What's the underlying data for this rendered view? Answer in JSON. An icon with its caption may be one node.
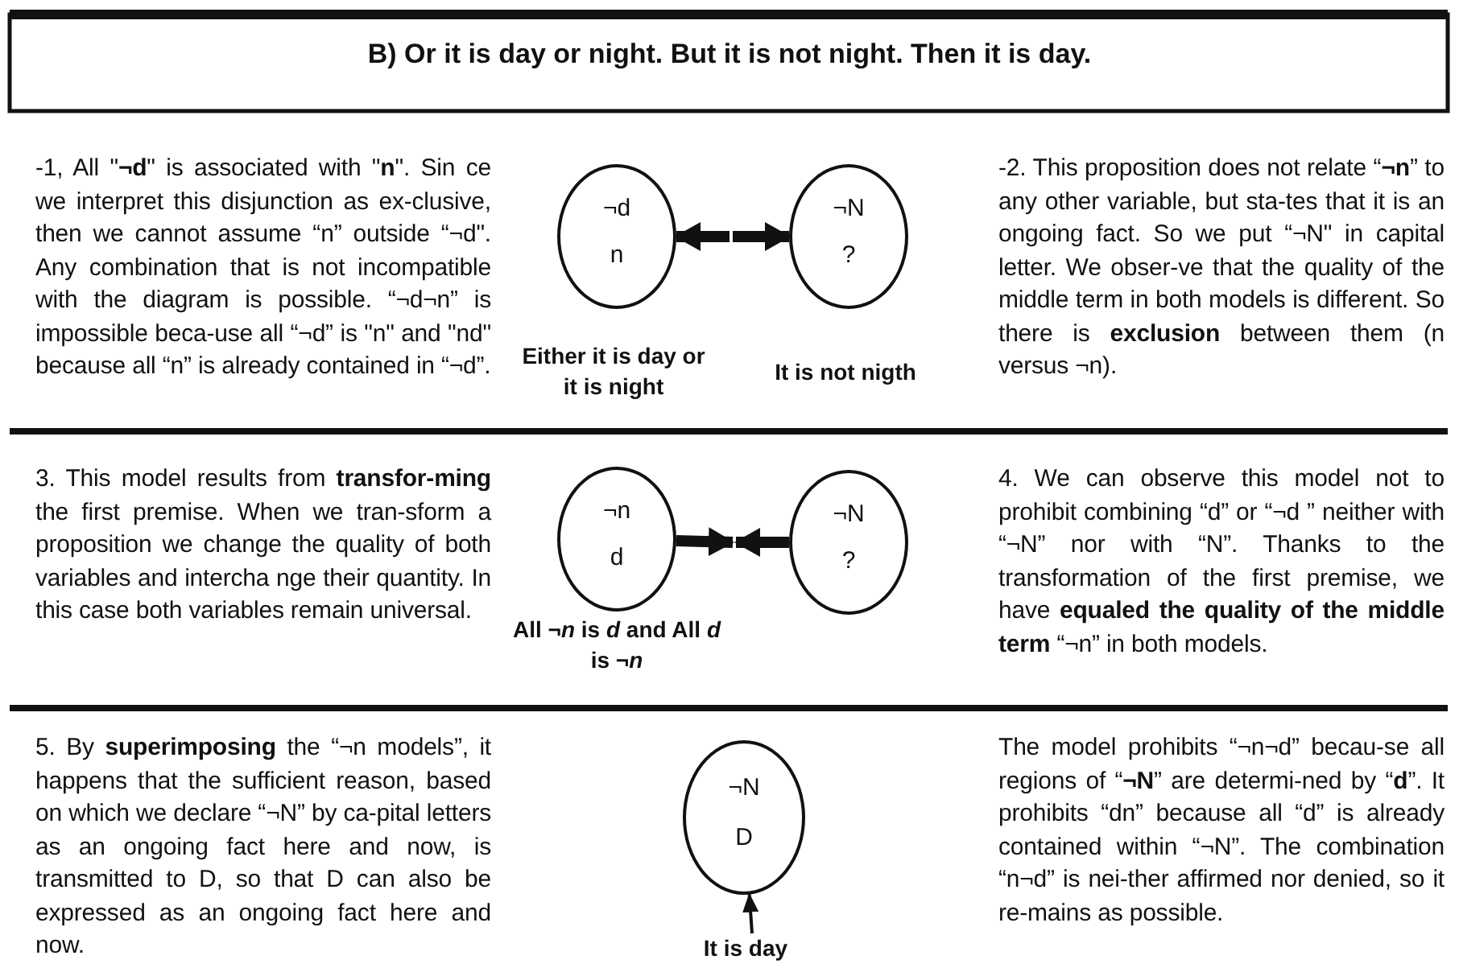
{
  "diagram": {
    "title": "B) Or it is day or night. But it is not night. Then it is day.",
    "nodes": [
      {
        "text": [
          "¬d",
          "n"
        ],
        "beside": [
          "Either it is day or it is night"
        ]
      },
      {
        "text": [
          "¬N",
          "?"
        ],
        "beside": [
          "It is not nigth"
        ]
      },
      {
        "text": [
          "¬n",
          "d"
        ],
        "beside": [
          "All ¬*n* is *d* and All *d* is ¬*n*"
        ]
      },
      {
        "text": [
          "¬N",
          "?"
        ]
      },
      {
        "text": [
          "¬N",
          "D"
        ]
      },
      {
        "text": [
          "It is day"
        ]
      }
    ],
    "edges": [
      {
        "from": null,
        "to": 0,
        "arrow": "to"
      },
      {
        "from": null,
        "to": 1,
        "arrow": "to"
      },
      {
        "from": 2,
        "to": null,
        "arrow": "to"
      },
      {
        "from": 3,
        "to": null,
        "arrow": "to"
      },
      {
        "from": 5,
        "to": 4,
        "arrow": "to"
      }
    ],
    "labels": [
      "-1, All \"**¬d**\" is associated with \"**n**\". Sin ce we interpret this disjunction as ex-clusive, then we cannot assume “n” outside “¬d\". Any combination that is not incompatible with the diagram is possible. “¬d¬n” is impossible beca-use all “¬d” is \"n\" and \"nd\" because all “n” is already contained in “¬d”.",
      "-2. This proposition does not relate “**¬n**” to any other variable, but sta-tes that it is an ongoing fact. So we put “¬N\" in capital letter. We obser-ve that the quality of the middle term in both models is different. So there is **exclusion** between them (n versus ¬n).",
      "3. This model results from **transfor-ming** the first premise. When we tran-sform a proposition we change the quality of both variables and intercha nge their quantity. In this case both variables remain universal.",
      "4. We can observe this model not to prohibit combining “d” or “¬d ” neither with “¬N” nor with “N”. Thanks to the transformation of the first premise, we have **equaled the quality of the middle term** “¬n” in both models.",
      "5. By **superimposing** the “¬n models”, it happens that the sufficient reason, based on which we declare “¬N” by ca-pital letters as an ongoing fact here and now, is transmitted to D, so that D can also be expressed as an ongoing fact here and now.",
      "The model prohibits “¬n¬d” becau-se all regions of “**¬N**” are determi-ned by “**d**”. It prohibits “dn” because all “d” is already contained within “¬N”. The combination “n¬d” is nei-ther affirmed nor denied, so it re-mains as possible."
    ]
  }
}
